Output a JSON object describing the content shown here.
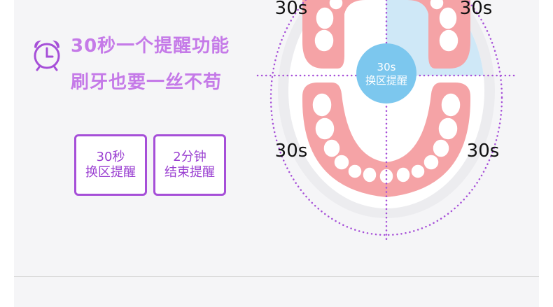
{
  "headline": {
    "line1": "30秒一个提醒功能",
    "line2": "刷牙也要一丝不苟"
  },
  "features": [
    {
      "line1": "30秒",
      "line2": "换区提醒"
    },
    {
      "line1": "2分钟",
      "line2": "结束提醒"
    }
  ],
  "diagram": {
    "quadrant_labels": {
      "top_left": "30s",
      "top_right": "30s",
      "bottom_left": "30s",
      "bottom_right": "30s"
    },
    "center_badge": {
      "line1": "30s",
      "line2": "换区提醒"
    }
  },
  "colors": {
    "accent_purple": "#a64fd8",
    "headline_purple": "#c57ae8",
    "gum_pink": "#f5a3a6",
    "center_blue": "#7cc7ee",
    "highlight_blue": "#cfe8f7"
  },
  "icons": {
    "clock": "alarm-clock-icon"
  }
}
